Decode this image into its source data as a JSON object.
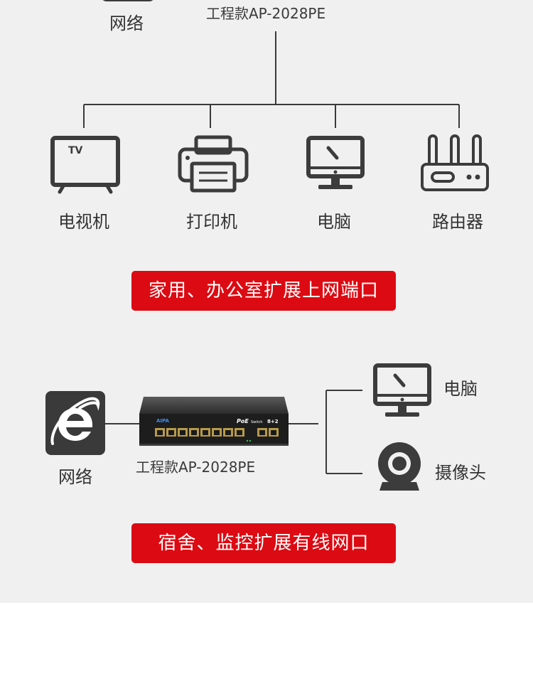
{
  "top": {
    "network_label": "网络",
    "device_model": "工程款AP-2028PE",
    "devices": [
      {
        "label": "电视机",
        "icon": "tv-icon"
      },
      {
        "label": "打印机",
        "icon": "printer-icon"
      },
      {
        "label": "电脑",
        "icon": "computer-icon"
      },
      {
        "label": "路由器",
        "icon": "router-icon"
      }
    ],
    "banner": "家用、办公室扩展上网端口"
  },
  "bottom": {
    "network_label": "网络",
    "device_model": "工程款AP-2028PE",
    "devices": [
      {
        "label": "电脑",
        "icon": "computer-icon"
      },
      {
        "label": "摄像头",
        "icon": "camera-icon"
      }
    ],
    "banner": "宿舍、监控扩展有线网口",
    "switch": {
      "brand": "AIPA",
      "poe_text": "PoE",
      "switch_text": "Switch",
      "port_text": "8+2"
    }
  },
  "colors": {
    "background": "#f0f0f0",
    "line": "#3a3a3a",
    "icon": "#3c3c3c",
    "banner": "#dc0a12",
    "banner_text": "#ffffff"
  }
}
